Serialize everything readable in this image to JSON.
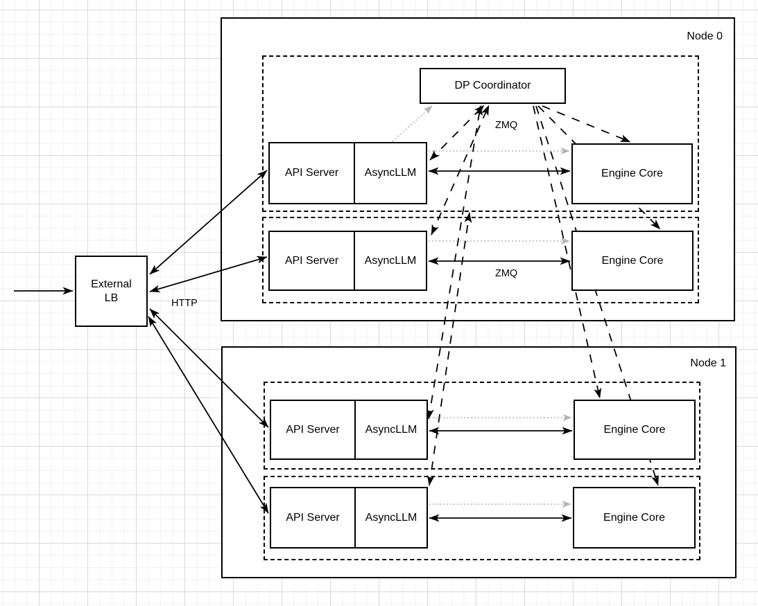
{
  "lb": {
    "label": "External LB",
    "http_label": "HTTP"
  },
  "node0": {
    "label": "Node 0",
    "dp_coordinator": "DP Coordinator",
    "zmq_dp_label": "ZMQ",
    "zmq_row_label": "ZMQ",
    "row1": {
      "api": "API Server",
      "async": "AsyncLLM",
      "engine": "Engine Core"
    },
    "row2": {
      "api": "API Server",
      "async": "AsyncLLM",
      "engine": "Engine Core"
    }
  },
  "node1": {
    "label": "Node 1",
    "row1": {
      "api": "API Server",
      "async": "AsyncLLM",
      "engine": "Engine Core"
    },
    "row2": {
      "api": "API Server",
      "async": "AsyncLLM",
      "engine": "Engine Core"
    }
  },
  "colors": {
    "stroke": "#000000",
    "gray_link": "#b3b3b3",
    "box_fill": "#ffffff",
    "grid_minor": "#f2f2f2",
    "grid_major": "#d9d9d9"
  }
}
